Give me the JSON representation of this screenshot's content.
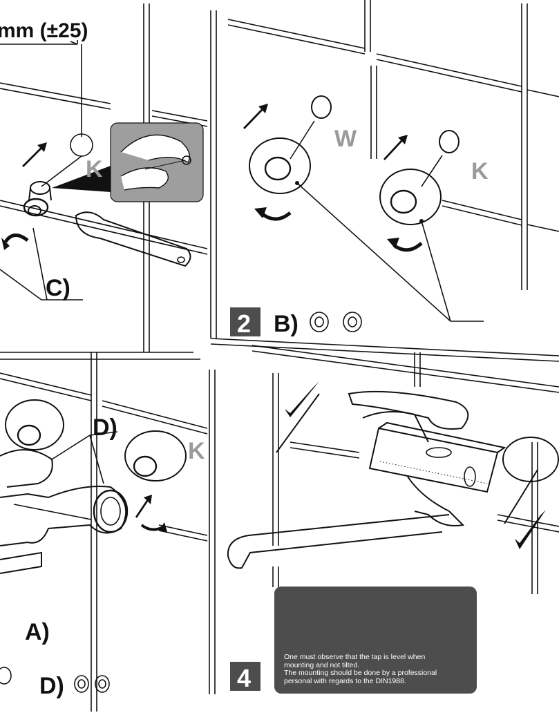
{
  "panel1": {
    "dimension_text": "mm (±25)",
    "label_k": "K",
    "label_c": "C)"
  },
  "panel2": {
    "label_w": "W",
    "label_k": "K",
    "step_number": "2",
    "parts_label": "B)"
  },
  "panel3": {
    "label_d": "D)",
    "label_k": "K",
    "label_a": "A)",
    "parts_label": "D)"
  },
  "panel4": {
    "step_number": "4",
    "note_lines": [
      "One must observe that the tap is level when",
      "mounting and not tilted.",
      "The mounting should be done by a professional",
      "personal with regards to the DIN1988."
    ]
  },
  "colors": {
    "ink": "#111111",
    "label_gray": "#9a9a9a",
    "step_box": "#4d4d4d",
    "inset_bg": "#9e9e9e"
  }
}
